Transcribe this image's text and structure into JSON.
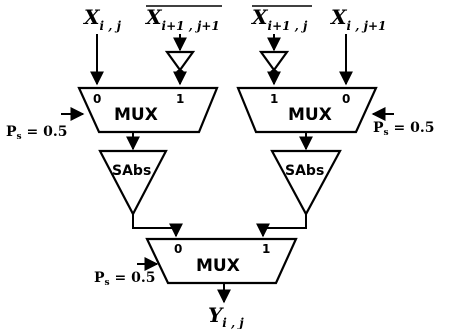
{
  "inputs": {
    "x_ij": {
      "base": "X",
      "sub": "i , j"
    },
    "x_i1j1_bar": {
      "base": "X",
      "sub": "i+1 , j+1"
    },
    "x_i1j_bar": {
      "base": "X",
      "sub": "i+1 , j"
    },
    "x_ij1": {
      "base": "X",
      "sub": "i , j+1"
    }
  },
  "output": {
    "base": "Y",
    "sub": "i , j"
  },
  "mux": {
    "left": {
      "label": "MUX",
      "port0": "0",
      "port1": "1"
    },
    "right": {
      "label": "MUX",
      "port0": "0",
      "port1": "1"
    },
    "bottom": {
      "label": "MUX",
      "port0": "0",
      "port1": "1"
    }
  },
  "sabs": {
    "left": "SAbs",
    "right": "SAbs"
  },
  "select": {
    "base": "P",
    "sub": "s",
    "value": " = 0.5"
  }
}
